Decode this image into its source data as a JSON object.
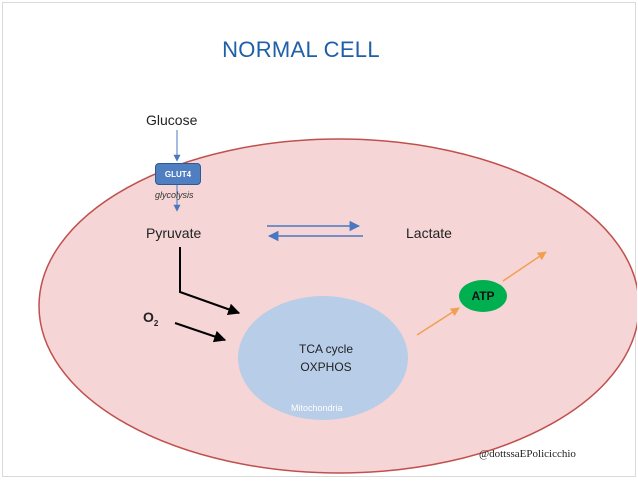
{
  "title": "NORMAL CELL",
  "labels": {
    "glucose": "Glucose",
    "transporter": "GLUT4",
    "glycolysis": "glycolysis",
    "pyruvate": "Pyruvate",
    "lactate": "Lactate",
    "oxygen_main": "O",
    "oxygen_sub": "2",
    "atp": "ATP",
    "tca_line1": "TCA cycle",
    "tca_line2": "OXPHOS",
    "mitochondria": "Mitochondria"
  },
  "credit": "@dottssaEPolicicchio",
  "colors": {
    "title": "#1f5fa8",
    "cell_fill": "#f5d5d5",
    "cell_border": "#c0504d",
    "mitochondria_fill": "#b8cde8",
    "transporter_fill": "#4f7fc0",
    "atp_fill": "#00b050",
    "arrow_blue": "#4a78c0",
    "arrow_black": "#000000",
    "arrow_orange": "#f0a050"
  }
}
